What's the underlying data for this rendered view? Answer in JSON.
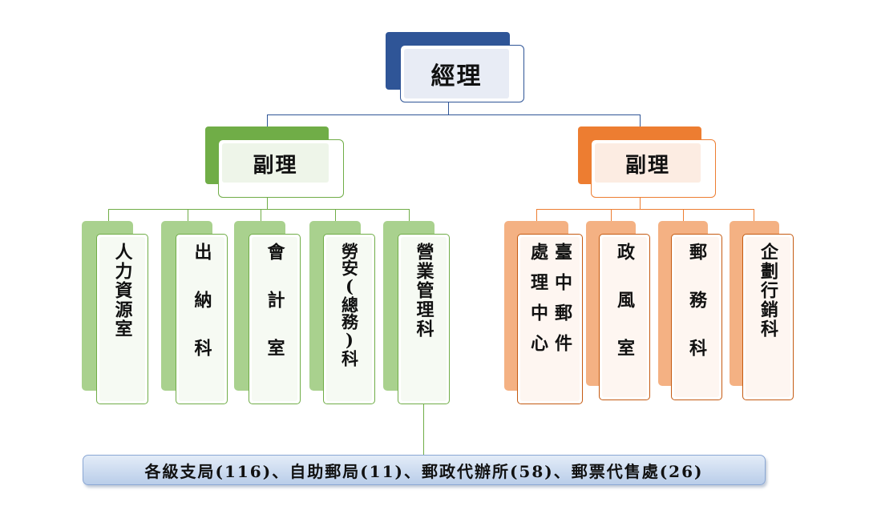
{
  "org": {
    "manager": {
      "label": "經理"
    },
    "deputy_left": {
      "label": "副理"
    },
    "deputy_right": {
      "label": "副理"
    },
    "left_units": [
      {
        "label": "人力資源室"
      },
      {
        "label": "出納科"
      },
      {
        "label": "會計室"
      },
      {
        "label": "勞安(總務)科"
      },
      {
        "label": "營業管理科"
      }
    ],
    "right_units": [
      {
        "label": "臺中郵件處理中心"
      },
      {
        "label": "政風室"
      },
      {
        "label": "郵務科"
      },
      {
        "label": "企劃行銷科"
      }
    ],
    "branches": {
      "label": "各級支局(116)、自助郵局(11)、郵政代辦所(58)、郵票代售處(26)"
    }
  },
  "colors": {
    "manager_accent": "#2f5597",
    "left_accent": "#70ad47",
    "left_light": "#a9d18e",
    "right_accent": "#ed7d31",
    "right_light": "#f4b183",
    "connector": "#2f5597"
  }
}
